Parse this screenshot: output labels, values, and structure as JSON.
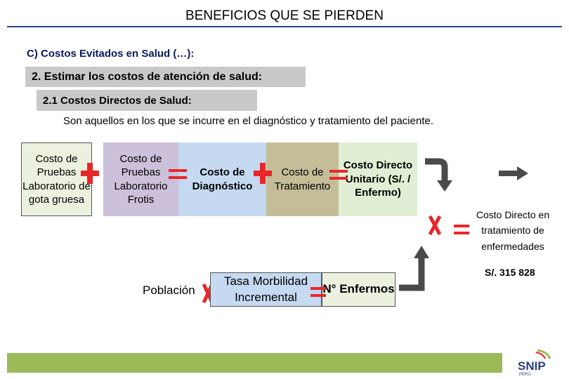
{
  "header": {
    "title": "BENEFICIOS QUE SE PIERDEN"
  },
  "section": {
    "subheading": "C) Costos Evitados en Salud (…):",
    "step_2": "2. Estimar los costos de atención de salud:",
    "step_2_1": "2.1 Costos Directos de Salud:",
    "description": "Son aquellos en los que se incurre en el diagnóstico  y tratamiento del paciente."
  },
  "formula_top": {
    "box1": "Costo de Pruebas Laboratorio de gota gruesa",
    "box2": "Costo de Pruebas Laboratorio Frotis",
    "box3": "Costo de Diagnóstico",
    "box4": "Costo de Tratamiento",
    "box5": "Costo Directo Unitario (S/. / Enfermo)"
  },
  "formula_bottom": {
    "poblacion": "Población",
    "tasa": "Tasa Morbilidad Incremental",
    "enfermos": "N° Enfermos"
  },
  "result": {
    "label": "Costo Directo en tratamiento de enfermedades",
    "amount": "S/. 315 828"
  },
  "logo": {
    "text": "SNIP",
    "subtext": "PERÚ"
  },
  "colors": {
    "operator_red": "#e8262a",
    "arrow_dark": "#4a4a4a",
    "footer_green": "#9bbb59"
  }
}
